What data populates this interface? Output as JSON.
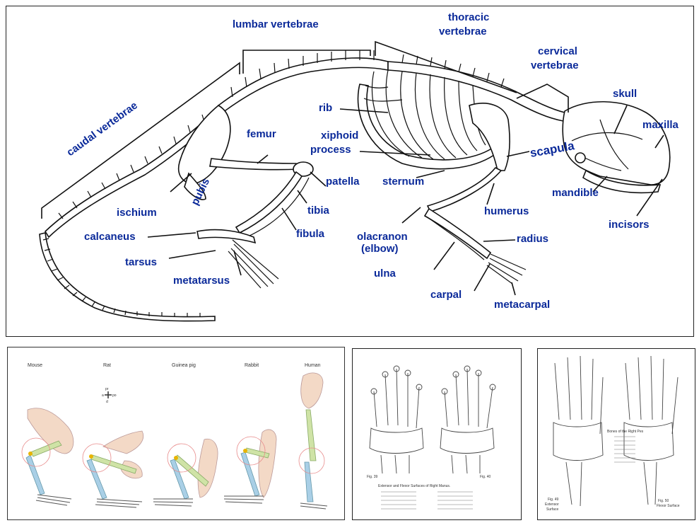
{
  "main_diagram": {
    "labels": {
      "caudal": "caudal vertebrae",
      "lumbar": "lumbar vertebrae",
      "thoracic_1": "thoracic",
      "thoracic_2": "vertebrae",
      "cervical_1": "cervical",
      "cervical_2": "vertebrae",
      "skull": "skull",
      "maxilla": "maxilla",
      "rib": "rib",
      "femur": "femur",
      "xiphoid_1": "xiphoid",
      "xiphoid_2": "process",
      "scapula": "scapula",
      "patella": "patella",
      "sternum": "sternum",
      "mandible": "mandible",
      "ischium": "ischium",
      "pubis": "pubis",
      "tibia": "tibia",
      "humerus": "humerus",
      "incisors": "incisors",
      "fibula": "fibula",
      "calcaneus": "calcaneus",
      "olacranon_1": "olacranon",
      "olacranon_2": "(elbow)",
      "radius": "radius",
      "tarsus": "tarsus",
      "metatarsus": "metatarsus",
      "ulna": "ulna",
      "carpal": "carpal",
      "metacarpal": "metacarpal"
    }
  },
  "legs_panel": {
    "species": [
      "Mouse",
      "Rat",
      "Guinea pig",
      "Rabbit",
      "Human"
    ],
    "orientation": {
      "pr": "pr",
      "a": "a",
      "po": "po",
      "d": "d"
    }
  },
  "hand_panel_1": {
    "fig_left": "Fig. 39",
    "fig_right": "Fig. 40",
    "caption": "Extensor and Flexor Surfaces of Right Manus."
  },
  "hand_panel_2": {
    "title": "Bones of the Right Pes",
    "fig_left_1": "Fig. 49",
    "fig_left_2": "Extensor",
    "fig_left_3": "Surface",
    "fig_right_1": "Fig. 50",
    "fig_right_2": "Flexor Surface"
  },
  "colors": {
    "label_blue": "#0b2a9a",
    "femur_green": "#cfe3a6",
    "tibia_blue": "#a9cfe6",
    "pelvis_tan": "#f3d9c6",
    "joint_circle": "#e88a8a",
    "knee_yellow": "#e8b400"
  }
}
